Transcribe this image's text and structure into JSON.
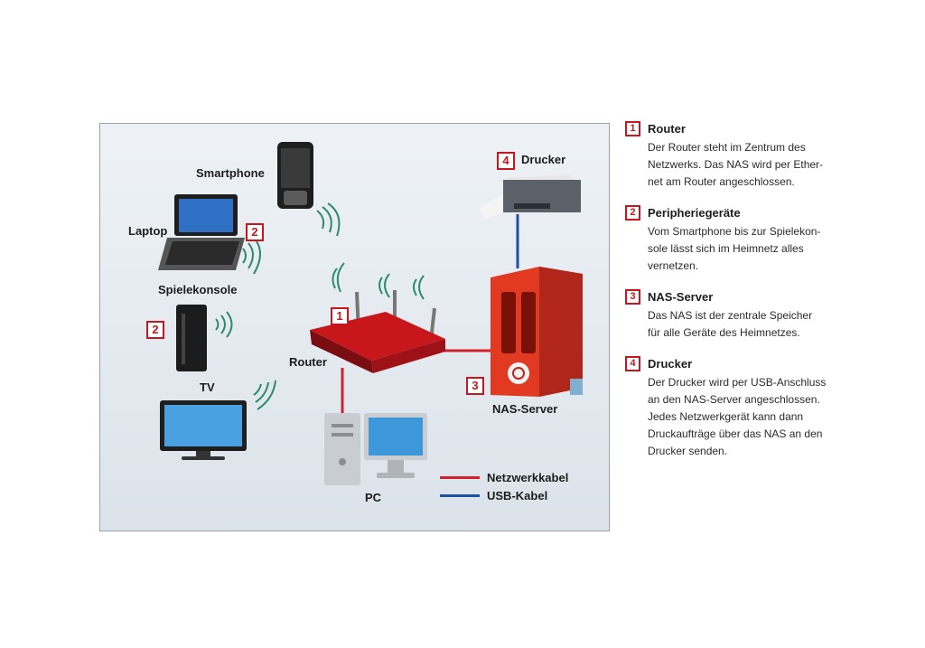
{
  "diagram": {
    "labels": {
      "smartphone": "Smartphone",
      "laptop": "Laptop",
      "spielekonsole": "Spielekonsole",
      "tv": "TV",
      "router": "Router",
      "drucker": "Drucker",
      "nas": "NAS-Server",
      "pc": "PC"
    },
    "badges": {
      "laptop": "2",
      "console": "2",
      "router": "1",
      "nas": "3",
      "printer": "4"
    },
    "legend": {
      "network": "Netzwerkkabel",
      "usb": "USB-Kabel"
    },
    "colors": {
      "network_cable": "#d2232a",
      "usb_cable": "#1f4fa3",
      "accent": "#c6171e"
    }
  },
  "sidebar": {
    "items": [
      {
        "num": "1",
        "title": "Router",
        "lines": [
          "Der Router steht im Zentrum des",
          "Netzwerks. Das NAS wird per Ether-",
          "net am Router angeschlossen."
        ]
      },
      {
        "num": "2",
        "title": "Peripheriegeräte",
        "lines": [
          "Vom Smartphone bis zur Spielekon-",
          "sole lässt sich im Heimnetz alles",
          "vernetzen."
        ]
      },
      {
        "num": "3",
        "title": "NAS-Server",
        "lines": [
          "Das NAS ist der zentrale Speicher",
          "für alle Geräte des Heimnetzes."
        ]
      },
      {
        "num": "4",
        "title": "Drucker",
        "lines": [
          "Der Drucker wird per USB-Anschluss",
          "an den NAS-Server angeschlossen.",
          "Jedes Netzwerkgerät kann dann",
          "Druckaufträge über das NAS an den",
          "Drucker senden."
        ]
      }
    ]
  }
}
